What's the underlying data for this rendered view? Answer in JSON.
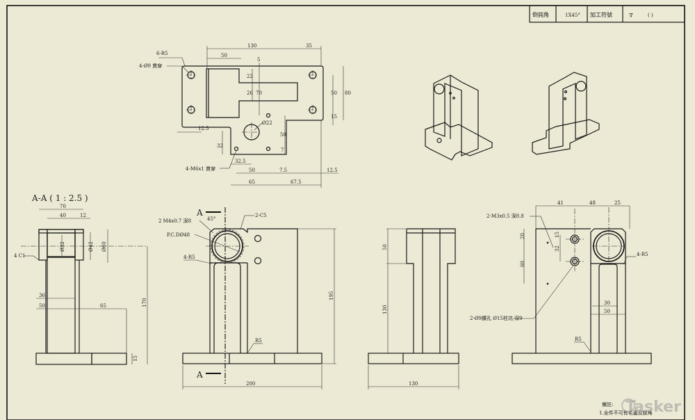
{
  "title_block": {
    "chamfer_label": "倒鈍角",
    "chamfer_value": "1X45°",
    "machining_label": "加工符號",
    "machining_symbol": "∇",
    "machining_value": "(        )"
  },
  "top_view": {
    "fillet": "6-R5",
    "holes_label": "4-Ø9 貫穿",
    "tapped_label": "4-M6x1 貫穿",
    "bore": "Ø22",
    "dims": [
      "130",
      "35",
      "50",
      "5",
      "22",
      "26",
      "70",
      "50",
      "80",
      "15",
      "12.5",
      "32",
      "50",
      "7",
      "32.5",
      "50",
      "7.5",
      "12.5",
      "65",
      "67.5"
    ]
  },
  "section_view": {
    "title": "A-A ( 1 : 2.5 )",
    "chamfer": "4 C1",
    "dims": [
      "70",
      "40",
      "12",
      "Ø32",
      "Ø42",
      "Ø60",
      "36",
      "50",
      "65",
      "170",
      "15"
    ]
  },
  "front_view": {
    "section_mark": "A",
    "thread_label": "2 M4x0.7 深8",
    "angle": "45°",
    "pcd_label": "P.C.DØ48",
    "chamfer": "2-C5",
    "fillet_top": "4-R5",
    "fillet_bottom": "R5",
    "dims": [
      "195",
      "200"
    ]
  },
  "side_view": {
    "dims": [
      "50",
      "130",
      "130"
    ]
  },
  "rear_view": {
    "thread_label": "2-M3x0.5 深8.8",
    "hole_label": "2-Ø9鑽孔 Ø15柱坑 深9",
    "fillet_top": "4-R5",
    "fillet_bottom": "R5",
    "dims": [
      "41",
      "48",
      "25",
      "20",
      "15",
      "32",
      "60",
      "30",
      "50"
    ]
  },
  "notes": {
    "heading": "備註:",
    "line1": "1.全件不可有毛邊及銳角"
  },
  "watermark": "Tasker"
}
